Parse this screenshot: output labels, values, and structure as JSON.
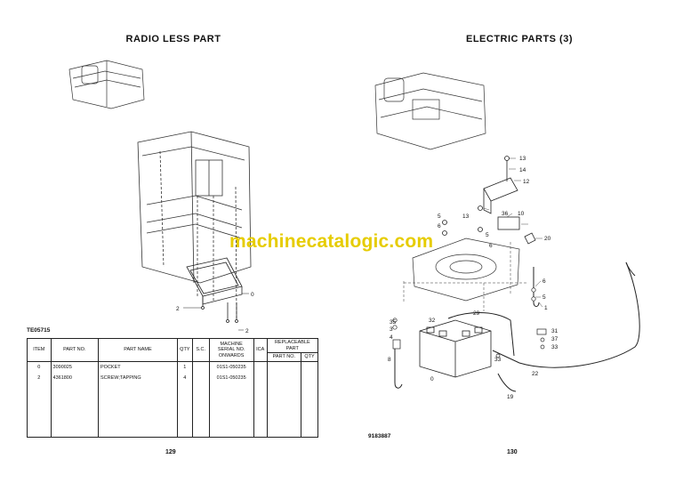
{
  "left": {
    "title": "RADIO LESS PART",
    "figure_code": "TE05715",
    "callouts": [
      "0",
      "2",
      "2"
    ],
    "table": {
      "headers": {
        "item": "ITEM",
        "part_no": "PART NO.",
        "part_name": "PART NAME",
        "qty": "QTY",
        "sc": "S.C.",
        "machine_serial": "MACHINE SERIAL NO. ONWARDS",
        "ica": "ICA",
        "replaceable": "REPLACEABLE PART",
        "rep_part_no": "PART NO.",
        "rep_qty": "QTY"
      },
      "rows": [
        {
          "item": "0",
          "part_no": "3090025",
          "part_name": "POCKET",
          "qty": "1",
          "serial": "01S1-050235"
        },
        {
          "item": "2",
          "part_no": "4361800",
          "part_name": "SCREW;TAPPING",
          "qty": "4",
          "serial": "01S1-050235"
        }
      ]
    },
    "page_number": "129"
  },
  "right": {
    "title": "ELECTRIC PARTS (3)",
    "figure_code": "9183887",
    "callouts": [
      "13",
      "14",
      "12",
      "5",
      "6",
      "13",
      "36",
      "10",
      "5",
      "6",
      "20",
      "6",
      "5",
      "1",
      "29",
      "32",
      "35",
      "3",
      "4",
      "8",
      "31",
      "37",
      "33",
      "33",
      "22",
      "0",
      "19"
    ],
    "page_number": "130"
  },
  "watermark": "machinecatalogic.com"
}
